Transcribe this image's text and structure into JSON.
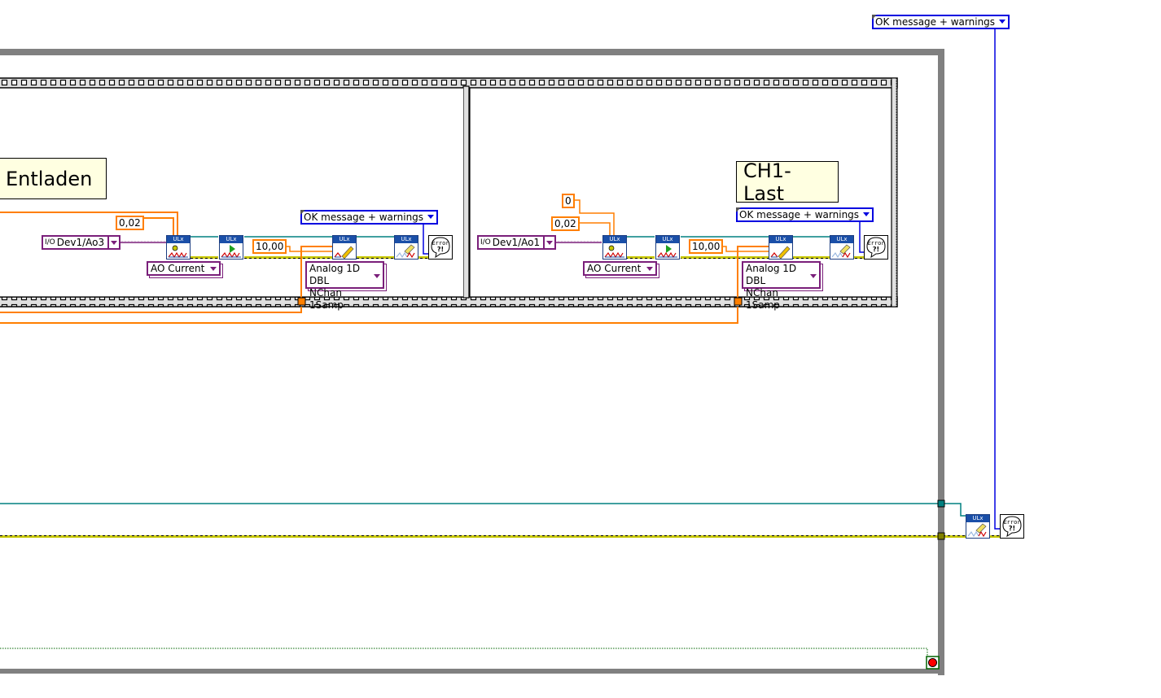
{
  "diagram": {
    "colors": {
      "while_loop_border": "#808080",
      "sequence_frame_fill": "#e0e0e0",
      "numeric_wire": "#ff7f00",
      "task_wire": "#008080",
      "error_wire": "#c8c800",
      "enum_wire": "#0000e0",
      "resource_wire": "#7a1f7a",
      "boolean_wire": "#006400",
      "label_fill": "#ffffe1",
      "stop_button": "#ff0000"
    },
    "frames": [
      {
        "label": "Entladen",
        "io_channel": "Dev1/Ao3",
        "const_values": [
          "0,02"
        ],
        "timeout_const": "10,00",
        "channel_type": "AO Current",
        "write_mode_line1": "Analog 1D DBL",
        "write_mode_line2": "NChan 1Samp",
        "error_handler_mode": "OK message + warnings",
        "vi_header": "ULx"
      },
      {
        "label": "CH1- Last",
        "io_channel": "Dev1/Ao1",
        "const_values": [
          "0",
          "0,02"
        ],
        "timeout_const": "10,00",
        "channel_type": "AO Current",
        "write_mode_line1": "Analog 1D DBL",
        "write_mode_line2": "NChan 1Samp",
        "error_handler_mode": "OK message + warnings",
        "vi_header": "ULx"
      }
    ],
    "outer": {
      "error_handler_mode": "OK message + warnings",
      "vi_header": "ULx"
    },
    "icons": {
      "create_channel": "gear-waveform-icon",
      "start_task": "play-waveform-icon",
      "write": "pencil-waveform-icon",
      "clear_task": "eraser-waveform-icon",
      "error_handler": "error-speech-bubble-icon",
      "stop": "stop-sign-icon",
      "io_name": "io-resource-icon"
    },
    "error_glyph_line1": "Error",
    "error_glyph_line2": "?!"
  }
}
